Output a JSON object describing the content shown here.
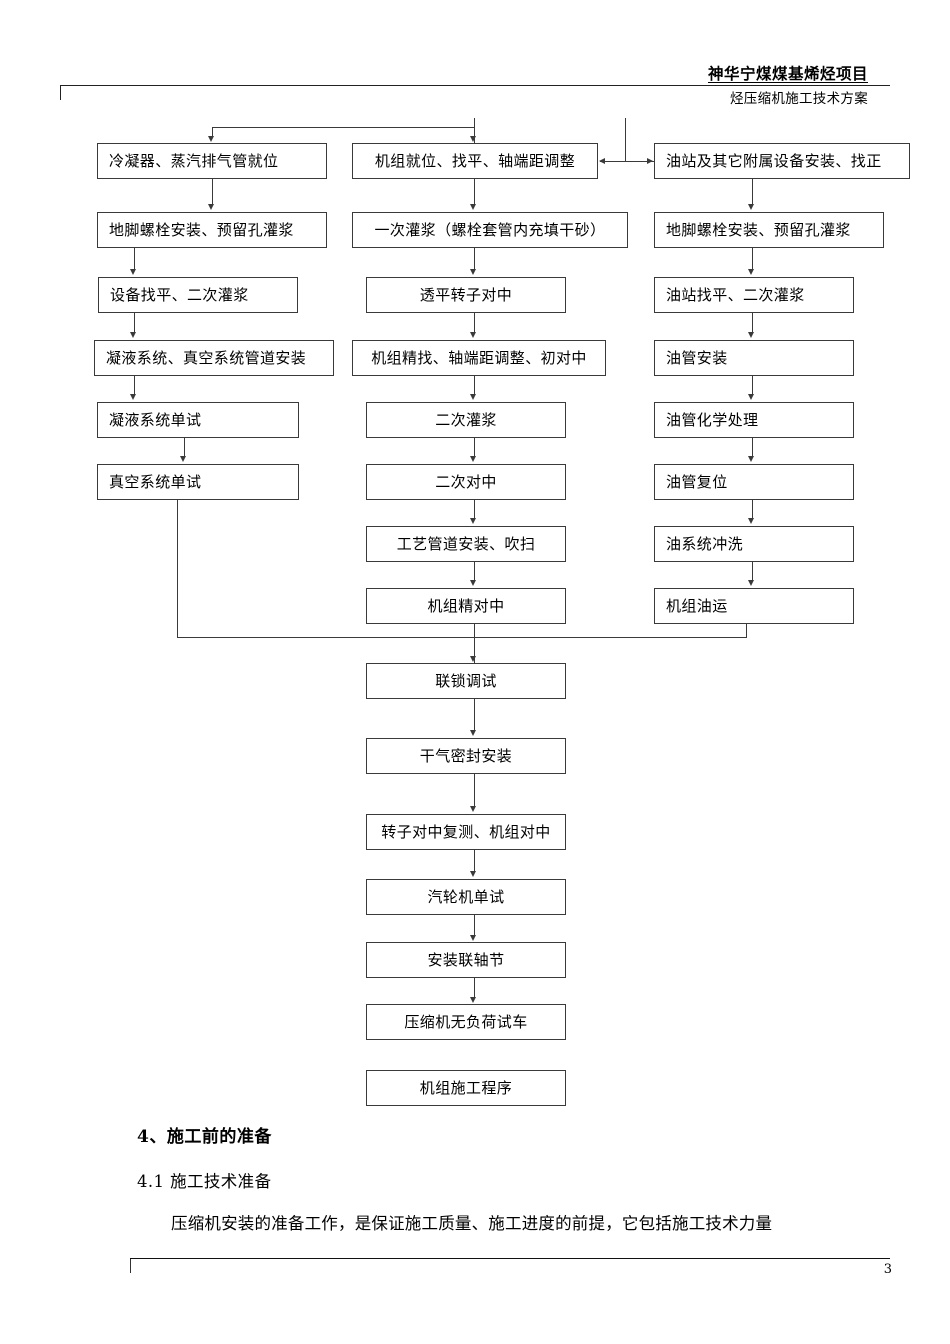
{
  "header": {
    "line1": "神华宁煤煤基烯烃项目",
    "line2": "烃压缩机施工技术方案"
  },
  "flowchart": {
    "title": "机组施工程序",
    "columns": {
      "left": [
        "冷凝器、蒸汽排气管就位",
        "地脚螺栓安装、预留孔灌浆",
        "设备找平、二次灌浆",
        "凝液系统、真空系统管道安装",
        "凝液系统单试",
        "真空系统单试"
      ],
      "middle": [
        "机组就位、找平、轴端距调整",
        "一次灌浆（螺栓套管内充填干砂）",
        "透平转子对中",
        "机组精找、轴端距调整、初对中",
        "二次灌浆",
        "二次对中",
        "工艺管道安装、吹扫",
        "机组精对中"
      ],
      "right": [
        "油站及其它附属设备安装、找正",
        "地脚螺栓安装、预留孔灌浆",
        "油站找平、二次灌浆",
        "油管安装",
        "油管化学处理",
        "油管复位",
        "油系统冲洗",
        "机组油运"
      ],
      "tail": [
        "联锁调试",
        "干气密封安装",
        "转子对中复测、机组对中",
        "汽轮机单试",
        "安装联轴节",
        "压缩机无负荷试车"
      ],
      "caption": "机组施工程序"
    }
  },
  "body": {
    "heading": "4、施工前的准备",
    "subheading": "4.1 施工技术准备",
    "paragraph": "压缩机安装的准备工作，是保证施工质量、施工进度的前提，它包括施工技术力量"
  },
  "footer": {
    "page_number": "3"
  }
}
